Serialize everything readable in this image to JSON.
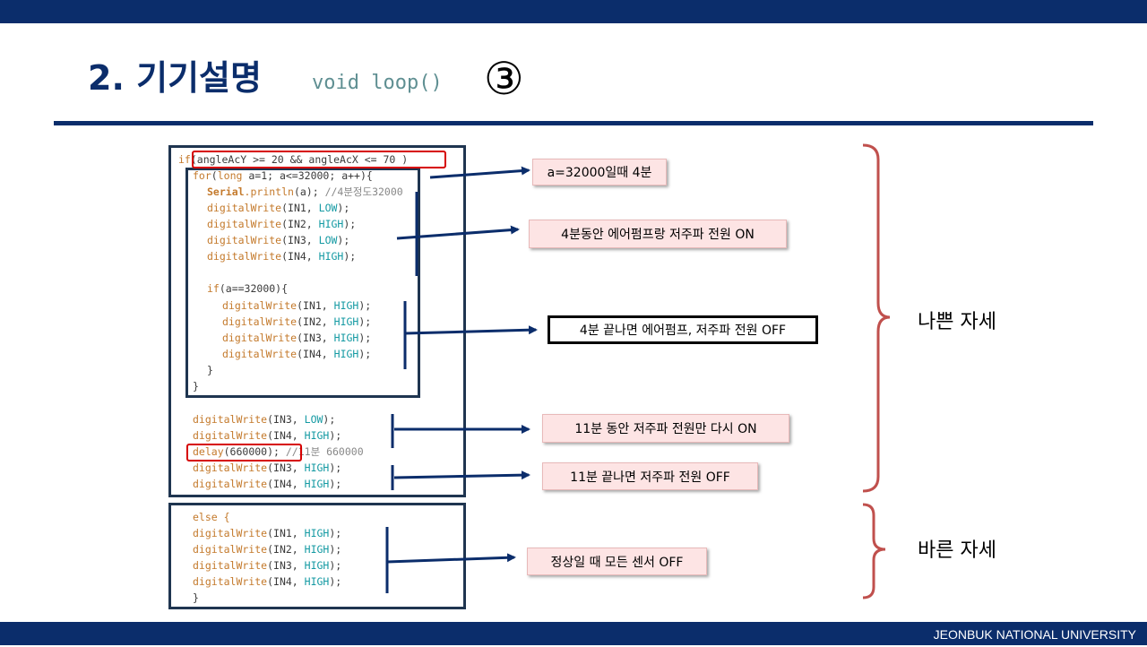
{
  "slide": {
    "title": "2. 기기설명",
    "subtitle": "void loop()",
    "circled_number": "③",
    "footer": "JEONBUK NATIONAL UNIVERSITY"
  },
  "code": {
    "if_kw": "if",
    "if_cond": "(angleAcY >= 20 && angleAcX <= 70 )",
    "for_kw": "for",
    "for_paren": "(",
    "for_long": "long",
    "for_rest": " a=1; a<=32000; a++){",
    "serial": "Serial",
    "println": ".println",
    "println_args": "(a); ",
    "println_comment": "//4분정도32000",
    "dw": "digitalWrite",
    "in1": "(IN1, ",
    "in2": "(IN2, ",
    "in3": "(IN3, ",
    "in4": "(IN4, ",
    "low": "LOW",
    "high": "HIGH",
    "end": ");",
    "inner_if_kw": "if",
    "inner_if_rest": "(a==32000){",
    "close_brace": "}",
    "delay_fn": "delay",
    "delay_args": "(660000); ",
    "delay_comment": "//11분 660000",
    "else_line": "else {"
  },
  "annotations": {
    "a_32000": "a=32000일때 4분",
    "pump_on": "4분동안 에어펌프랑 저주파 전원 ON",
    "pump_off": "4분 끝나면 에어펌프, 저주파 전원 OFF",
    "tens_on": "11분 동안 저주파 전원만 다시 ON",
    "tens_off": "11분 끝나면 저주파 전원 OFF",
    "all_off": "정상일 때 모든 센서 OFF"
  },
  "postures": {
    "bad": "나쁜 자세",
    "good": "바른 자세"
  },
  "colors": {
    "navy": "#0b2d6b",
    "box_border": "#1f3550",
    "highlight": "#d60000",
    "note_bg": "#fde4e4",
    "brace": "#c0504d"
  }
}
